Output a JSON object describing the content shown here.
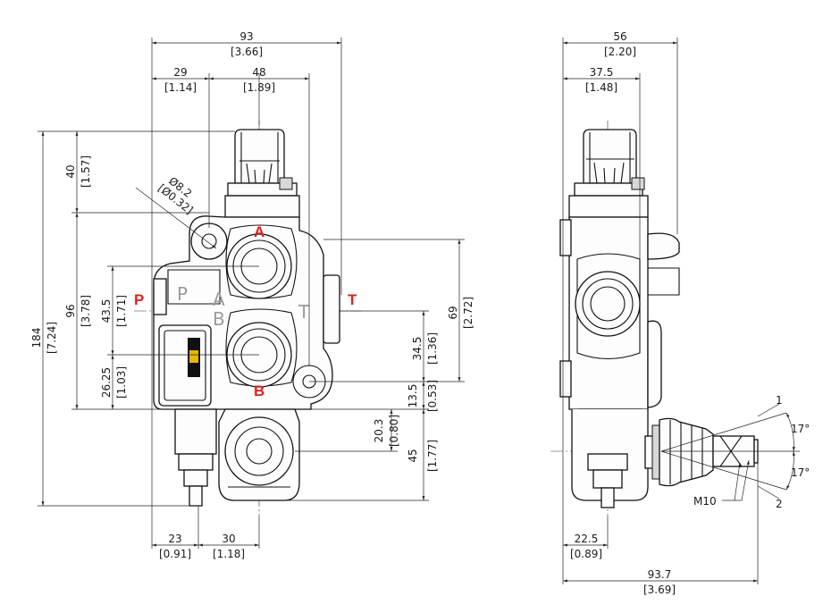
{
  "drawing": {
    "front_view": {
      "port_labels": {
        "a": "A",
        "b": "B",
        "p": "P",
        "t": "T"
      },
      "body_stamps": {
        "p": "P",
        "a": "A",
        "b": "B",
        "t": "T"
      },
      "top": {
        "width_total": "93",
        "width_total_in": "[3.66]",
        "left_offset": "29",
        "left_offset_in": "[1.14]",
        "mid_width": "48",
        "mid_width_in": "[1.89]"
      },
      "hole_diameter": "Ø8.2",
      "hole_diameter_in": "[Ø0.32]",
      "left": {
        "height_total": "184",
        "height_total_in": "[7.24]",
        "top_section": "40",
        "top_section_in": "[1.57]",
        "body_height": "96",
        "body_height_in": "[3.78]",
        "port_p_height": "43.5",
        "port_p_height_in": "[1.71]",
        "lower_port": "26.25",
        "lower_port_in": "[1.03]"
      },
      "right": {
        "port_spacing": "69",
        "port_spacing_in": "[2.72]",
        "b_to_t": "34.5",
        "b_to_t_in": "[1.36]",
        "b_offset": "13.5",
        "b_offset_in": "[0.53]",
        "lower_gap": "20.3",
        "lower_gap_in": "[0.80]",
        "lower_section": "45",
        "lower_section_in": "[1.77]"
      },
      "bottom": {
        "left_dim": "23",
        "left_dim_in": "[0.91]",
        "right_dim": "30",
        "right_dim_in": "[1.18]"
      }
    },
    "side_view": {
      "top": {
        "width_total": "56",
        "width_total_in": "[2.20]",
        "inner_width": "37.5",
        "inner_width_in": "[1.48]"
      },
      "bottom": {
        "left_dim": "22.5",
        "left_dim_in": "[0.89]",
        "length_total": "93.7",
        "length_total_in": "[3.69]"
      },
      "lever": {
        "pos_1": "1",
        "pos_2": "2",
        "angle_up": "17°",
        "angle_down": "17°",
        "thread": "M10"
      }
    },
    "colors": {
      "port_label": "#e0201c",
      "line": "#111111",
      "stamp": "#9a9a9a"
    }
  }
}
